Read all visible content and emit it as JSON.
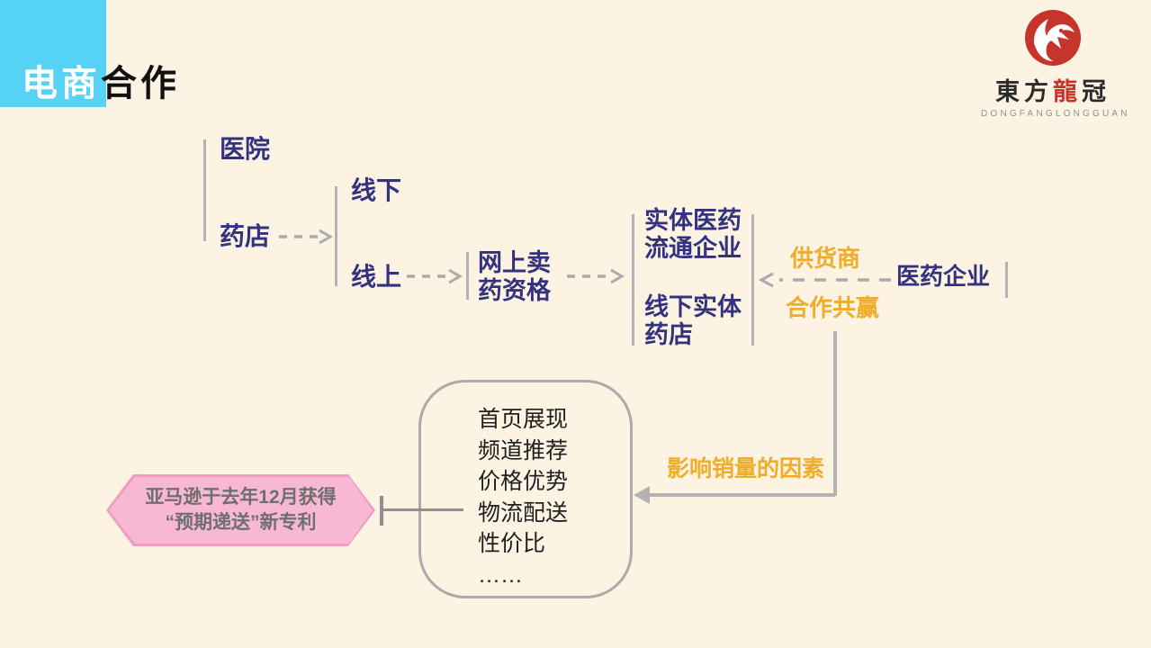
{
  "header": {
    "title_highlight": "电商",
    "title_rest": "合作",
    "highlight_bg": "#55d2f5"
  },
  "logo": {
    "emblem": "dragon-emblem",
    "cn_part1": "東方",
    "cn_part2": "龍",
    "cn_part3": "冠",
    "latin": "DONGFANGLONGGUAN",
    "red": "#c5352b"
  },
  "diagram": {
    "hospital": "医院",
    "pharmacy": "药店",
    "offline": "线下",
    "online": "线上",
    "qualification_line1": "网上卖",
    "qualification_line2": "药资格",
    "distributor_line1": "实体医药",
    "distributor_line2": "流通企业",
    "physical_store_line1": "线下实体",
    "physical_store_line2": "药店",
    "supplier": "供货商",
    "pharma_company": "医药企业",
    "win_win": "合作共赢",
    "factors_label": "影响销量的因素",
    "factors": [
      "首页展现",
      "频道推荐",
      "价格优势",
      "物流配送",
      "性价比",
      "……"
    ],
    "callout_line1": "亚马逊于去年12月获得",
    "callout_line2": "“预期递送”新专利"
  },
  "colors": {
    "background": "#fcf3e2",
    "navy_text": "#32327f",
    "gold_text": "#f0ad2b",
    "line_gray": "#b3b3b3",
    "connector_gray": "#8f8f8f",
    "pink_fill": "#f8b7d3",
    "pink_border": "#f09cc4",
    "callout_text": "#6f6f6f",
    "list_text": "#1f1f1f"
  }
}
